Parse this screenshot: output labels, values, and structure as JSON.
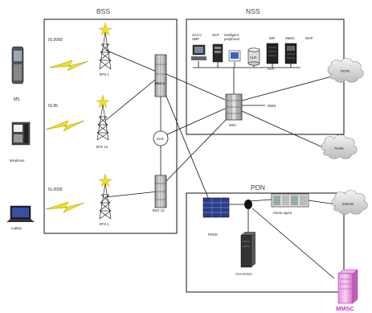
{
  "regions": {
    "bss": "BSS",
    "nss": "NSS",
    "pdn": "PDN"
  },
  "devices": {
    "ms": "MS",
    "telephone": "telephone",
    "laptop": "Laptop"
  },
  "links": {
    "link1": "IS-2000",
    "link2": "IS-95",
    "link3": "IS-2000"
  },
  "bts": {
    "top": "BTS 1",
    "mid": "BTS 14",
    "bottom": "BTS 1"
  },
  "bsc": {
    "top": "BSC 1",
    "bottom": "BSC 12"
  },
  "core": {
    "san": "SAN",
    "msc": "MSC"
  },
  "nss_nodes": {
    "scc": "SCCV SMP",
    "scp": "SCP Intelligent peripheral",
    "vlr": "VLR",
    "hlr": "HLR",
    "imf": "IWF",
    "smsc": "SMSC",
    "wap": "WAP",
    "wms": "WMS"
  },
  "clouds": {
    "pstn": "PSTN",
    "pbmn": "PLMN",
    "internet": "Internet"
  },
  "pdn_nodes": {
    "pdsn": "PDSN",
    "home_agent": "Home Agent",
    "aaa": "AAA server",
    "mmsc": "MMSC"
  }
}
